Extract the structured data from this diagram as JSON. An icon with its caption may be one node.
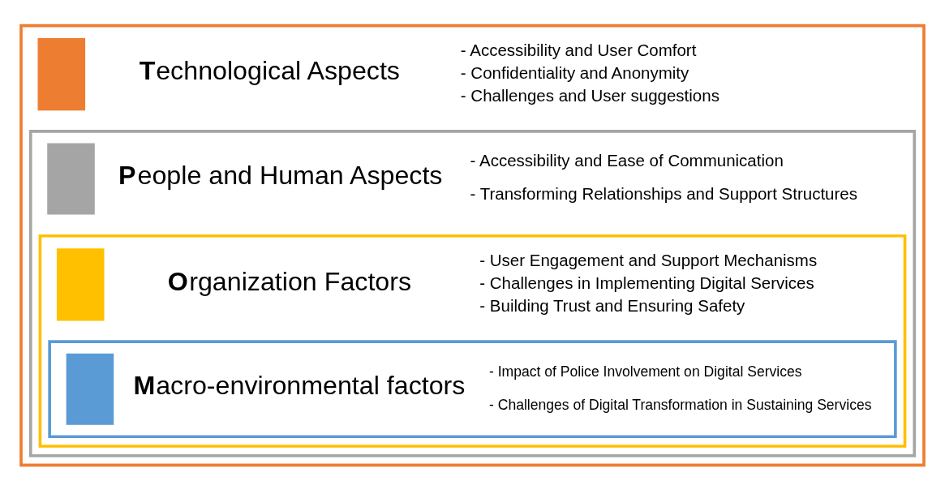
{
  "diagram": {
    "nodes": [
      {
        "text": [
          "Technological Aspects",
          "- Accessibility and User Comfort",
          "- Confidentiality and Anonymity",
          "- Challenges and User suggestions"
        ]
      },
      {
        "text": [
          "People and Human Aspects",
          "- Accessibility and Ease of Communication",
          "- Transforming Relationships and Support Structures"
        ],
        "in": 0
      },
      {
        "text": [
          "Organization Factors",
          "- User Engagement and Support Mechanisms",
          "- Challenges in Implementing Digital Services",
          "- Building Trust and Ensuring Safety"
        ],
        "in": 1
      },
      {
        "text": [
          "Macro-environmental factors",
          "- Impact of Police Involvement on Digital Services",
          "- Challenges of Digital Transformation in Sustaining Services"
        ],
        "in": 2
      }
    ]
  }
}
